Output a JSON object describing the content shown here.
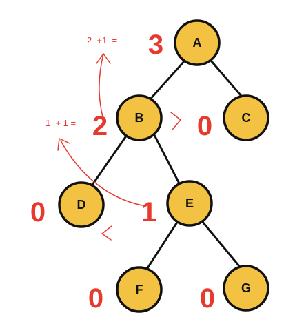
{
  "colors": {
    "node_fill": "#f4c242",
    "node_stroke": "#111111",
    "annotation": "#e63a2e"
  },
  "nodes": {
    "A": "A",
    "B": "B",
    "C": "C",
    "D": "D",
    "E": "E",
    "F": "F",
    "G": "G"
  },
  "heights": {
    "A": "3",
    "B": "2",
    "C": "0",
    "D": "0",
    "E": "1",
    "F": "0",
    "G": "0"
  },
  "formulas": {
    "A": "2  +1  =",
    "B": "1  + 1 ="
  },
  "annotations": [
    "curved-arrow-b-to-a-formula",
    "curved-arrow-e-to-b-formula",
    "greater-than-marker-b-vs-c",
    "less-than-marker-d-vs-e"
  ]
}
